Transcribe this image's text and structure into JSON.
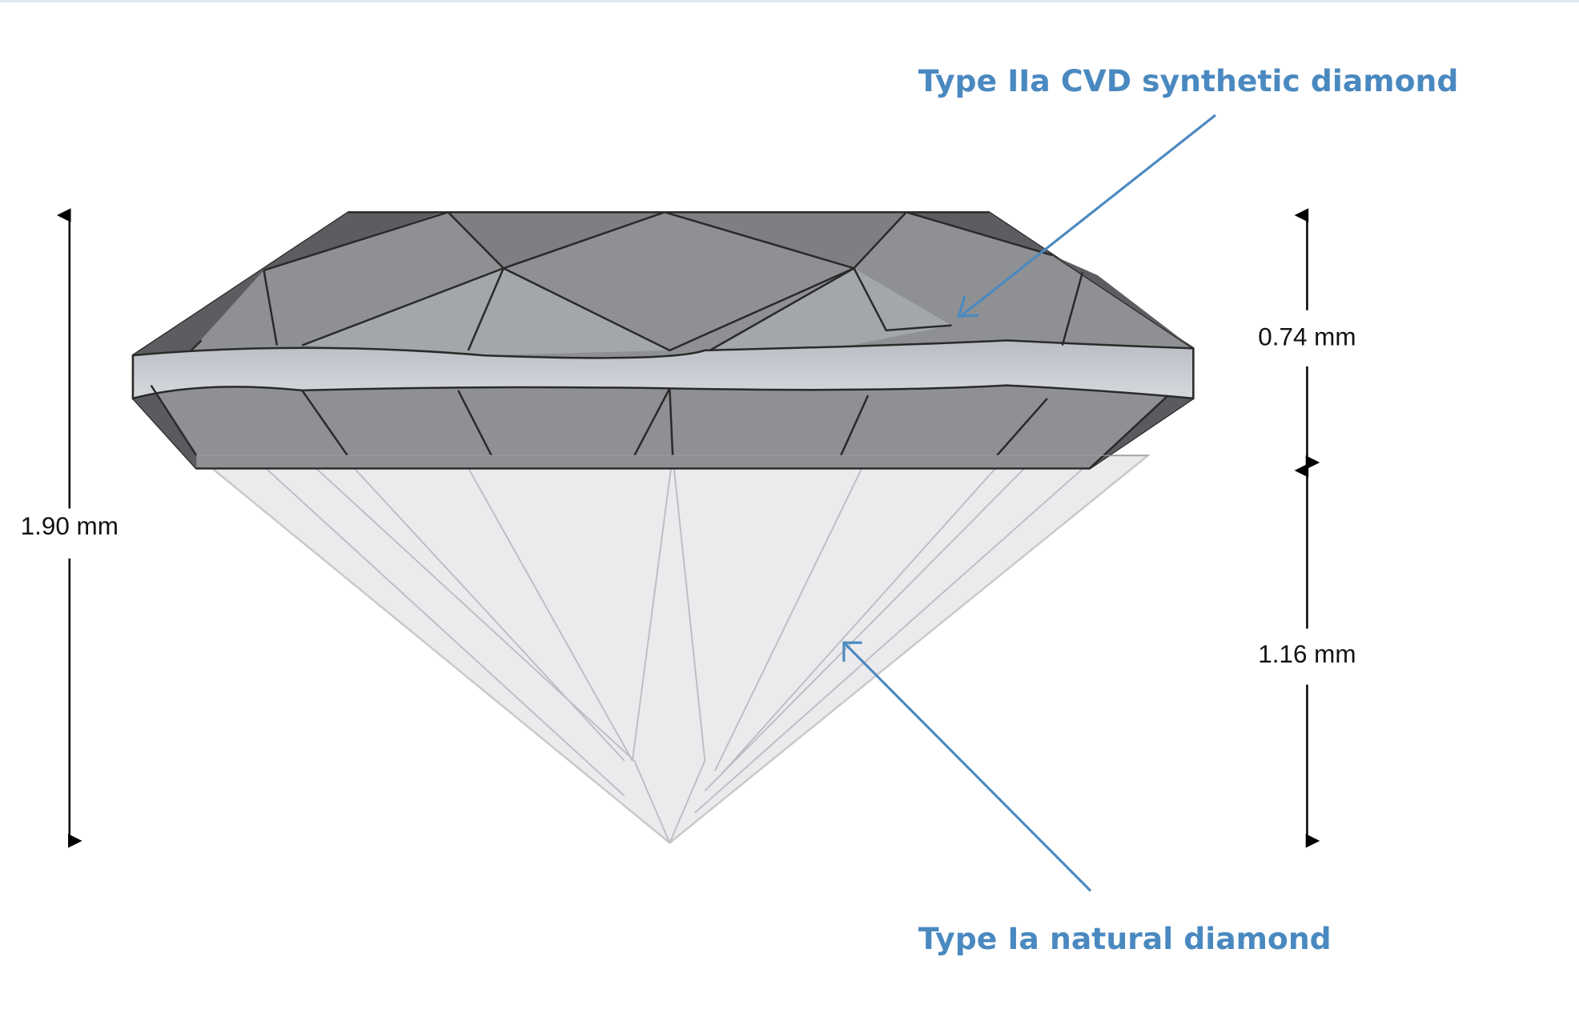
{
  "figure": {
    "labels": {
      "top_label": "Type IIa CVD synthetic diamond",
      "bottom_label": "Type Ia natural diamond"
    },
    "dimensions": {
      "total_depth": "1.90 mm",
      "crown_height": "0.74 mm",
      "pavilion_depth": "1.16 mm"
    },
    "colors": {
      "label_blue": "#4a89c0",
      "crown_gray": "#8f9094",
      "pavilion_light": "#ebebed"
    }
  }
}
